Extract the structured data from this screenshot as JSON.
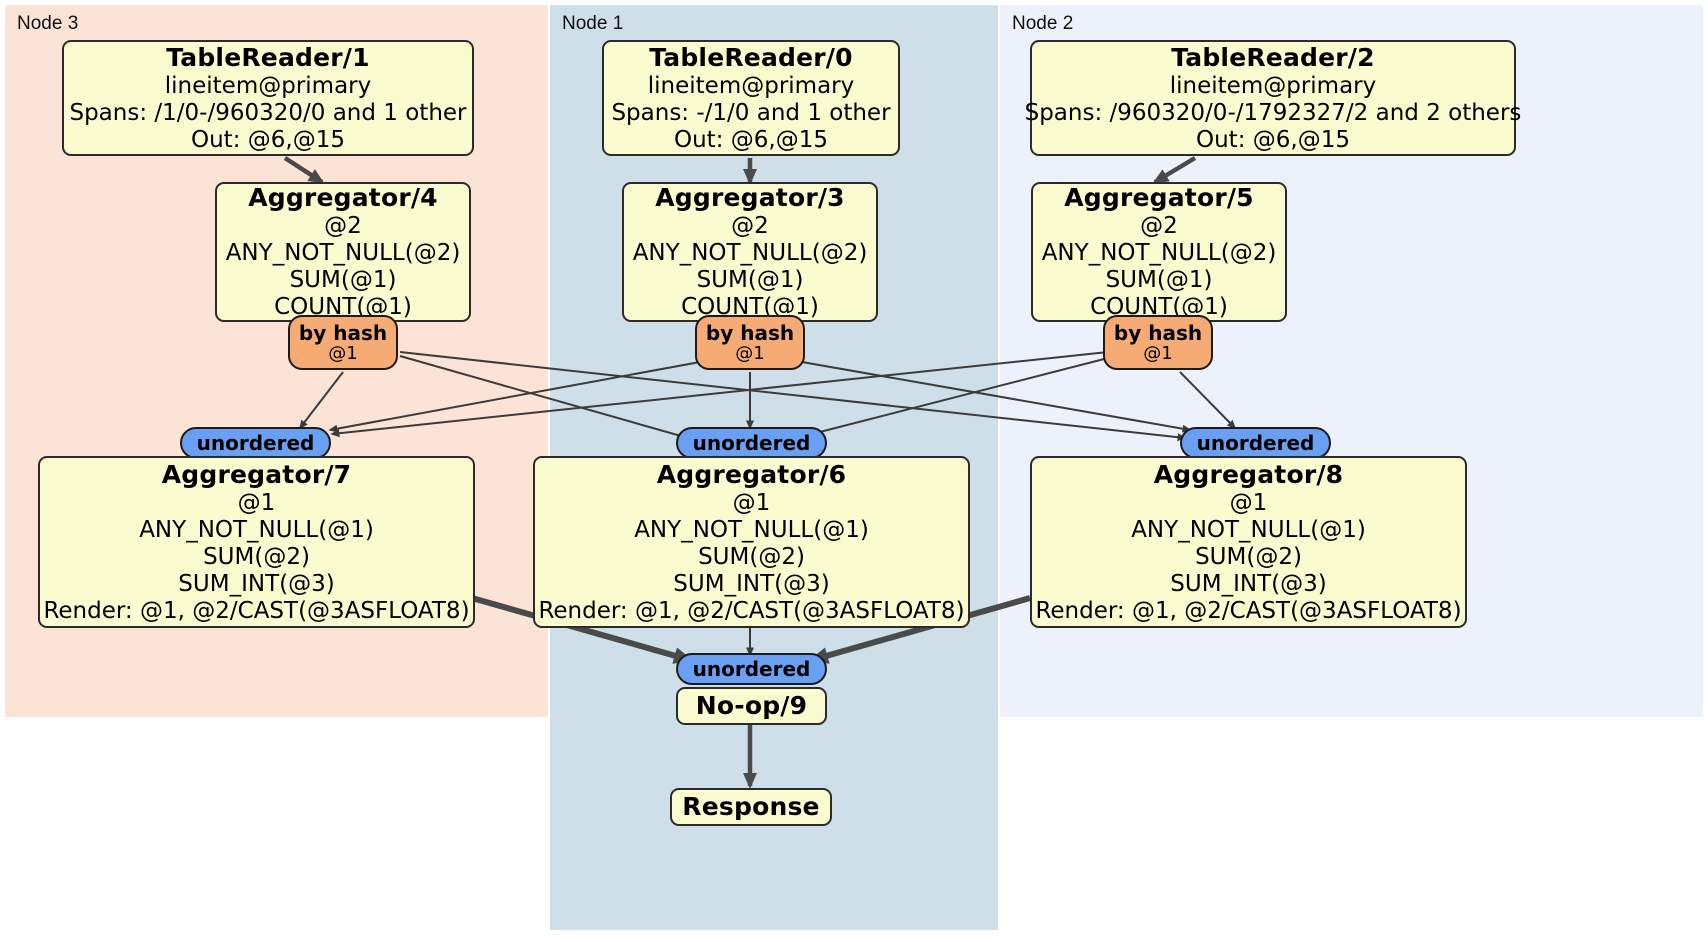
{
  "diagram": {
    "type": "distributed-query-plan",
    "colors": {
      "node3_panel": "#fbe3d6",
      "node1_panel": "#cfdfe9",
      "node2_panel": "#edf1fb",
      "box_fill": "#fbfbd0",
      "box_stroke": "#2b2b2b",
      "router_blue": "#69a0f3",
      "router_orange": "#f6aa74",
      "edge": "#4a4a4a"
    }
  },
  "panels": [
    {
      "id": "node3",
      "label": "Node 3"
    },
    {
      "id": "node1",
      "label": "Node 1"
    },
    {
      "id": "node2",
      "label": "Node 2"
    }
  ],
  "boxes": {
    "tablereader1": {
      "title": "TableReader/1",
      "lines": [
        "lineitem@primary",
        "Spans: /1/0-/960320/0 and 1 other",
        "Out: @6,@15"
      ]
    },
    "tablereader0": {
      "title": "TableReader/0",
      "lines": [
        "lineitem@primary",
        "Spans: -/1/0 and 1 other",
        "Out: @6,@15"
      ]
    },
    "tablereader2": {
      "title": "TableReader/2",
      "lines": [
        "lineitem@primary",
        "Spans: /960320/0-/1792327/2 and 2 others",
        "Out: @6,@15"
      ]
    },
    "aggregator4": {
      "title": "Aggregator/4",
      "lines": [
        "@2",
        "ANY_NOT_NULL(@2)",
        "SUM(@1)",
        "COUNT(@1)"
      ]
    },
    "aggregator3": {
      "title": "Aggregator/3",
      "lines": [
        "@2",
        "ANY_NOT_NULL(@2)",
        "SUM(@1)",
        "COUNT(@1)"
      ]
    },
    "aggregator5": {
      "title": "Aggregator/5",
      "lines": [
        "@2",
        "ANY_NOT_NULL(@2)",
        "SUM(@1)",
        "COUNT(@1)"
      ]
    },
    "aggregator7": {
      "title": "Aggregator/7",
      "lines": [
        "@1",
        "ANY_NOT_NULL(@1)",
        "SUM(@2)",
        "SUM_INT(@3)",
        "Render: @1, @2/CAST(@3ASFLOAT8)"
      ]
    },
    "aggregator6": {
      "title": "Aggregator/6",
      "lines": [
        "@1",
        "ANY_NOT_NULL(@1)",
        "SUM(@2)",
        "SUM_INT(@3)",
        "Render: @1, @2/CAST(@3ASFLOAT8)"
      ]
    },
    "aggregator8": {
      "title": "Aggregator/8",
      "lines": [
        "@1",
        "ANY_NOT_NULL(@1)",
        "SUM(@2)",
        "SUM_INT(@3)",
        "Render: @1, @2/CAST(@3ASFLOAT8)"
      ]
    },
    "noop9": {
      "title": "No-op/9",
      "lines": []
    },
    "response": {
      "title": "Response",
      "lines": []
    }
  },
  "routers": {
    "byhash_left": {
      "label": "by hash",
      "sub": "@1"
    },
    "byhash_mid": {
      "label": "by hash",
      "sub": "@1"
    },
    "byhash_right": {
      "label": "by hash",
      "sub": "@1"
    },
    "unordered_left": {
      "label": "unordered",
      "sub": ""
    },
    "unordered_mid": {
      "label": "unordered",
      "sub": ""
    },
    "unordered_right": {
      "label": "unordered",
      "sub": ""
    },
    "unordered_final": {
      "label": "unordered",
      "sub": ""
    }
  }
}
